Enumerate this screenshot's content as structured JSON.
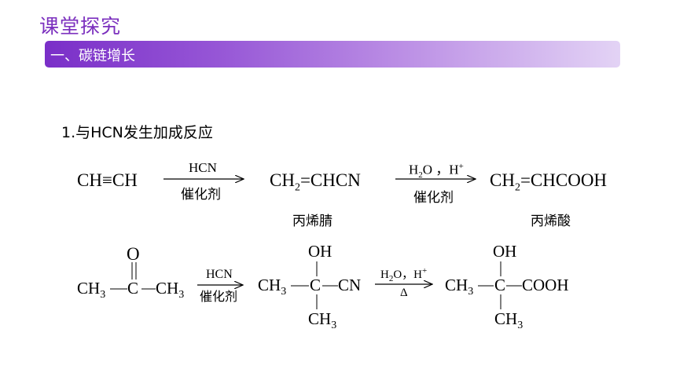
{
  "header": {
    "title": "课堂探究"
  },
  "banner": {
    "text": "一、碳链增长"
  },
  "section": {
    "point": "1.与HCN发生加成反应"
  },
  "reaction1": {
    "reactant": "CH≡CH",
    "arrow1_top": "HCN",
    "arrow1_bottom": "催化剂",
    "product1_prefix": "CH",
    "product1_sub": "2",
    "product1_suffix": "=CHCN",
    "product1_name": "丙烯腈",
    "arrow2_top_a": "H",
    "arrow2_top_sub": "2",
    "arrow2_top_b": "O ，H",
    "arrow2_top_sup": "+",
    "arrow2_bottom": "催化剂",
    "product2_prefix": "CH",
    "product2_sub": "2",
    "product2_suffix": "=CHCOOH",
    "product2_name": "丙烯酸"
  },
  "reaction2": {
    "ketone_o": "O",
    "ketone_left": "CH",
    "ketone_left_sub": "3",
    "ketone_c": "C",
    "ketone_right": "CH",
    "ketone_right_sub": "3",
    "arrow1_top": "HCN",
    "arrow1_bottom": "催化剂",
    "mid_oh": "OH",
    "mid_left": "CH",
    "mid_left_sub": "3",
    "mid_c": "C",
    "mid_right": "CN",
    "mid_bottom": "CH",
    "mid_bottom_sub": "3",
    "arrow2_top_a": "H",
    "arrow2_top_sub": "2",
    "arrow2_top_b": "O，H",
    "arrow2_top_sup": "+",
    "arrow2_bottom": "Δ",
    "prod_oh": "OH",
    "prod_left": "CH",
    "prod_left_sub": "3",
    "prod_c": "C",
    "prod_right": "COOH",
    "prod_bottom": "CH",
    "prod_bottom_sub": "3"
  }
}
